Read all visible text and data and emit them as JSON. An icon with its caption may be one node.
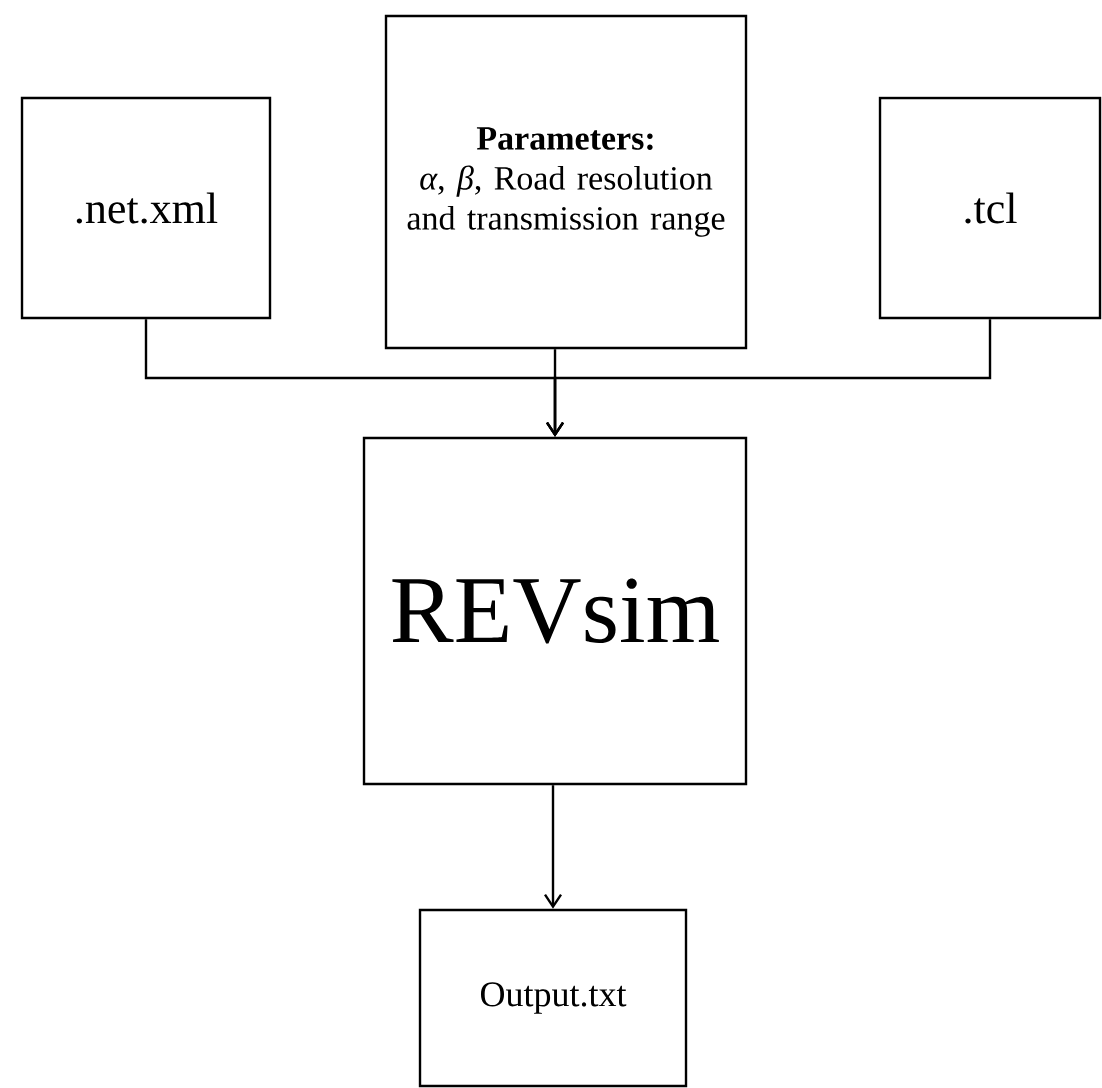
{
  "diagram": {
    "nodes": [
      {
        "text": [
          ".net.xml"
        ]
      },
      {
        "text": [
          "Parameters:",
          "*α*, *β*, Road resolution and transmission range"
        ]
      },
      {
        "text": [
          ".tcl"
        ]
      },
      {
        "text": [
          "REVsim"
        ]
      },
      {
        "text": [
          "Output.txt"
        ]
      }
    ],
    "edges": [
      {
        "from": 0,
        "to": 3,
        "arrow": "to"
      },
      {
        "from": 1,
        "to": 3,
        "arrow": "to"
      },
      {
        "from": 2,
        "to": 3,
        "arrow": "to"
      },
      {
        "from": 3,
        "to": 4,
        "arrow": "to"
      }
    ]
  }
}
